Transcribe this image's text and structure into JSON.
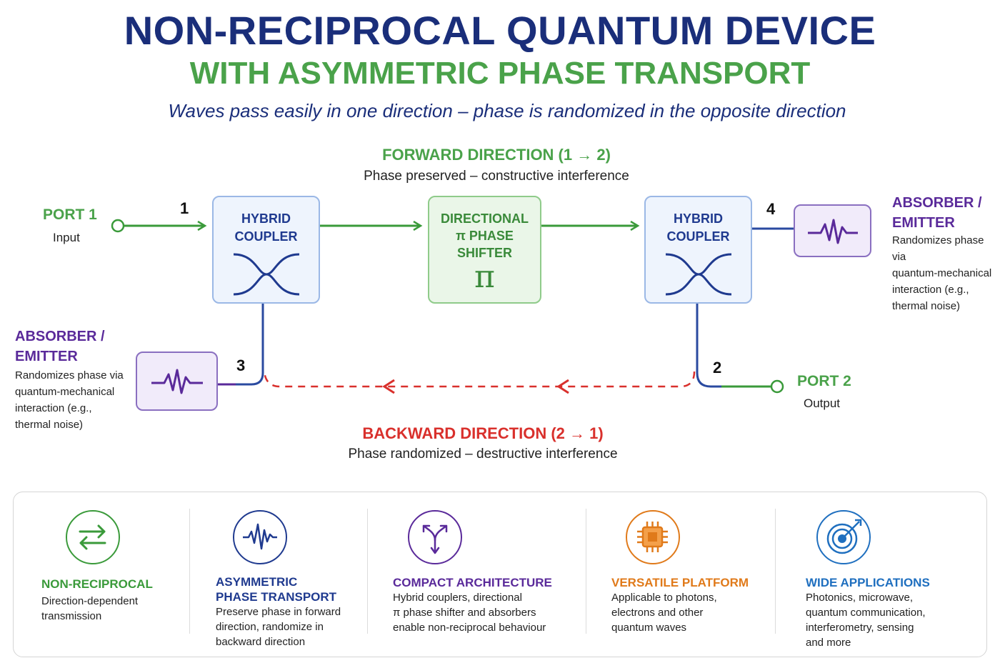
{
  "header": {
    "title_line1": "NON-RECIPROCAL QUANTUM DEVICE",
    "title_line2": "WITH ASYMMETRIC PHASE TRANSPORT",
    "subtitle": "Waves pass easily in one direction – phase is randomized in the opposite direction"
  },
  "forward": {
    "title": "FORWARD DIRECTION (1 → 2)",
    "desc": "Phase preserved – constructive interference"
  },
  "backward": {
    "title": "BACKWARD DIRECTION (2 → 1)",
    "desc": "Phase randomized – destructive interference"
  },
  "ports": {
    "port1": {
      "title": "PORT 1",
      "sub": "Input"
    },
    "port2": {
      "title": "PORT 2",
      "sub": "Output"
    },
    "n1": "1",
    "n2": "2",
    "n3": "3",
    "n4": "4"
  },
  "components": {
    "coupler_left": {
      "line1": "HYBRID",
      "line2": "COUPLER"
    },
    "coupler_right": {
      "line1": "HYBRID",
      "line2": "COUPLER"
    },
    "shifter": {
      "line1": "DIRECTIONAL",
      "line2": "π PHASE",
      "line3": "SHIFTER",
      "symbol": "π"
    }
  },
  "absorber_right": {
    "title_line1": "ABSORBER /",
    "title_line2": "EMITTER",
    "desc_lines": [
      "Randomizes phase via",
      "quantum-mechanical",
      "interaction (e.g.,",
      "thermal noise)"
    ]
  },
  "absorber_left": {
    "title_line1": "ABSORBER /",
    "title_line2": "EMITTER",
    "desc_lines": [
      "Randomizes phase via",
      "quantum-mechanical",
      "interaction (e.g.,",
      "thermal noise)"
    ]
  },
  "features": [
    {
      "icon": "bidirectional-arrows-icon",
      "color": "#3a9a3a",
      "title_lines": [
        "NON-RECIPROCAL"
      ],
      "desc_lines": [
        "Direction-dependent",
        "transmission"
      ]
    },
    {
      "icon": "waveform-icon",
      "color": "#1f3a8f",
      "title_lines": [
        "ASYMMETRIC",
        "PHASE TRANSPORT"
      ],
      "desc_lines": [
        "Preserve phase in forward",
        "direction, randomize in",
        "backward direction"
      ]
    },
    {
      "icon": "split-arrows-icon",
      "color": "#5a2a9a",
      "title_lines": [
        "COMPACT ARCHITECTURE"
      ],
      "desc_lines": [
        "Hybrid couplers, directional",
        "π phase shifter and absorbers",
        "enable non-reciprocal behaviour"
      ]
    },
    {
      "icon": "chip-icon",
      "color": "#e07a1a",
      "title_lines": [
        "VERSATILE PLATFORM"
      ],
      "desc_lines": [
        "Applicable to photons,",
        "electrons and other",
        "quantum waves"
      ]
    },
    {
      "icon": "target-icon",
      "color": "#1f6fbf",
      "title_lines": [
        "WIDE APPLICATIONS"
      ],
      "desc_lines": [
        "Photonics, microwave,",
        "quantum communication,",
        "interferometry, sensing",
        "and more"
      ]
    }
  ],
  "colors": {
    "navy": "#1a2e7a",
    "green": "#4aa24a",
    "purple": "#5a2a9a",
    "red": "#d9302c",
    "blue_line": "#2a4aa0"
  }
}
